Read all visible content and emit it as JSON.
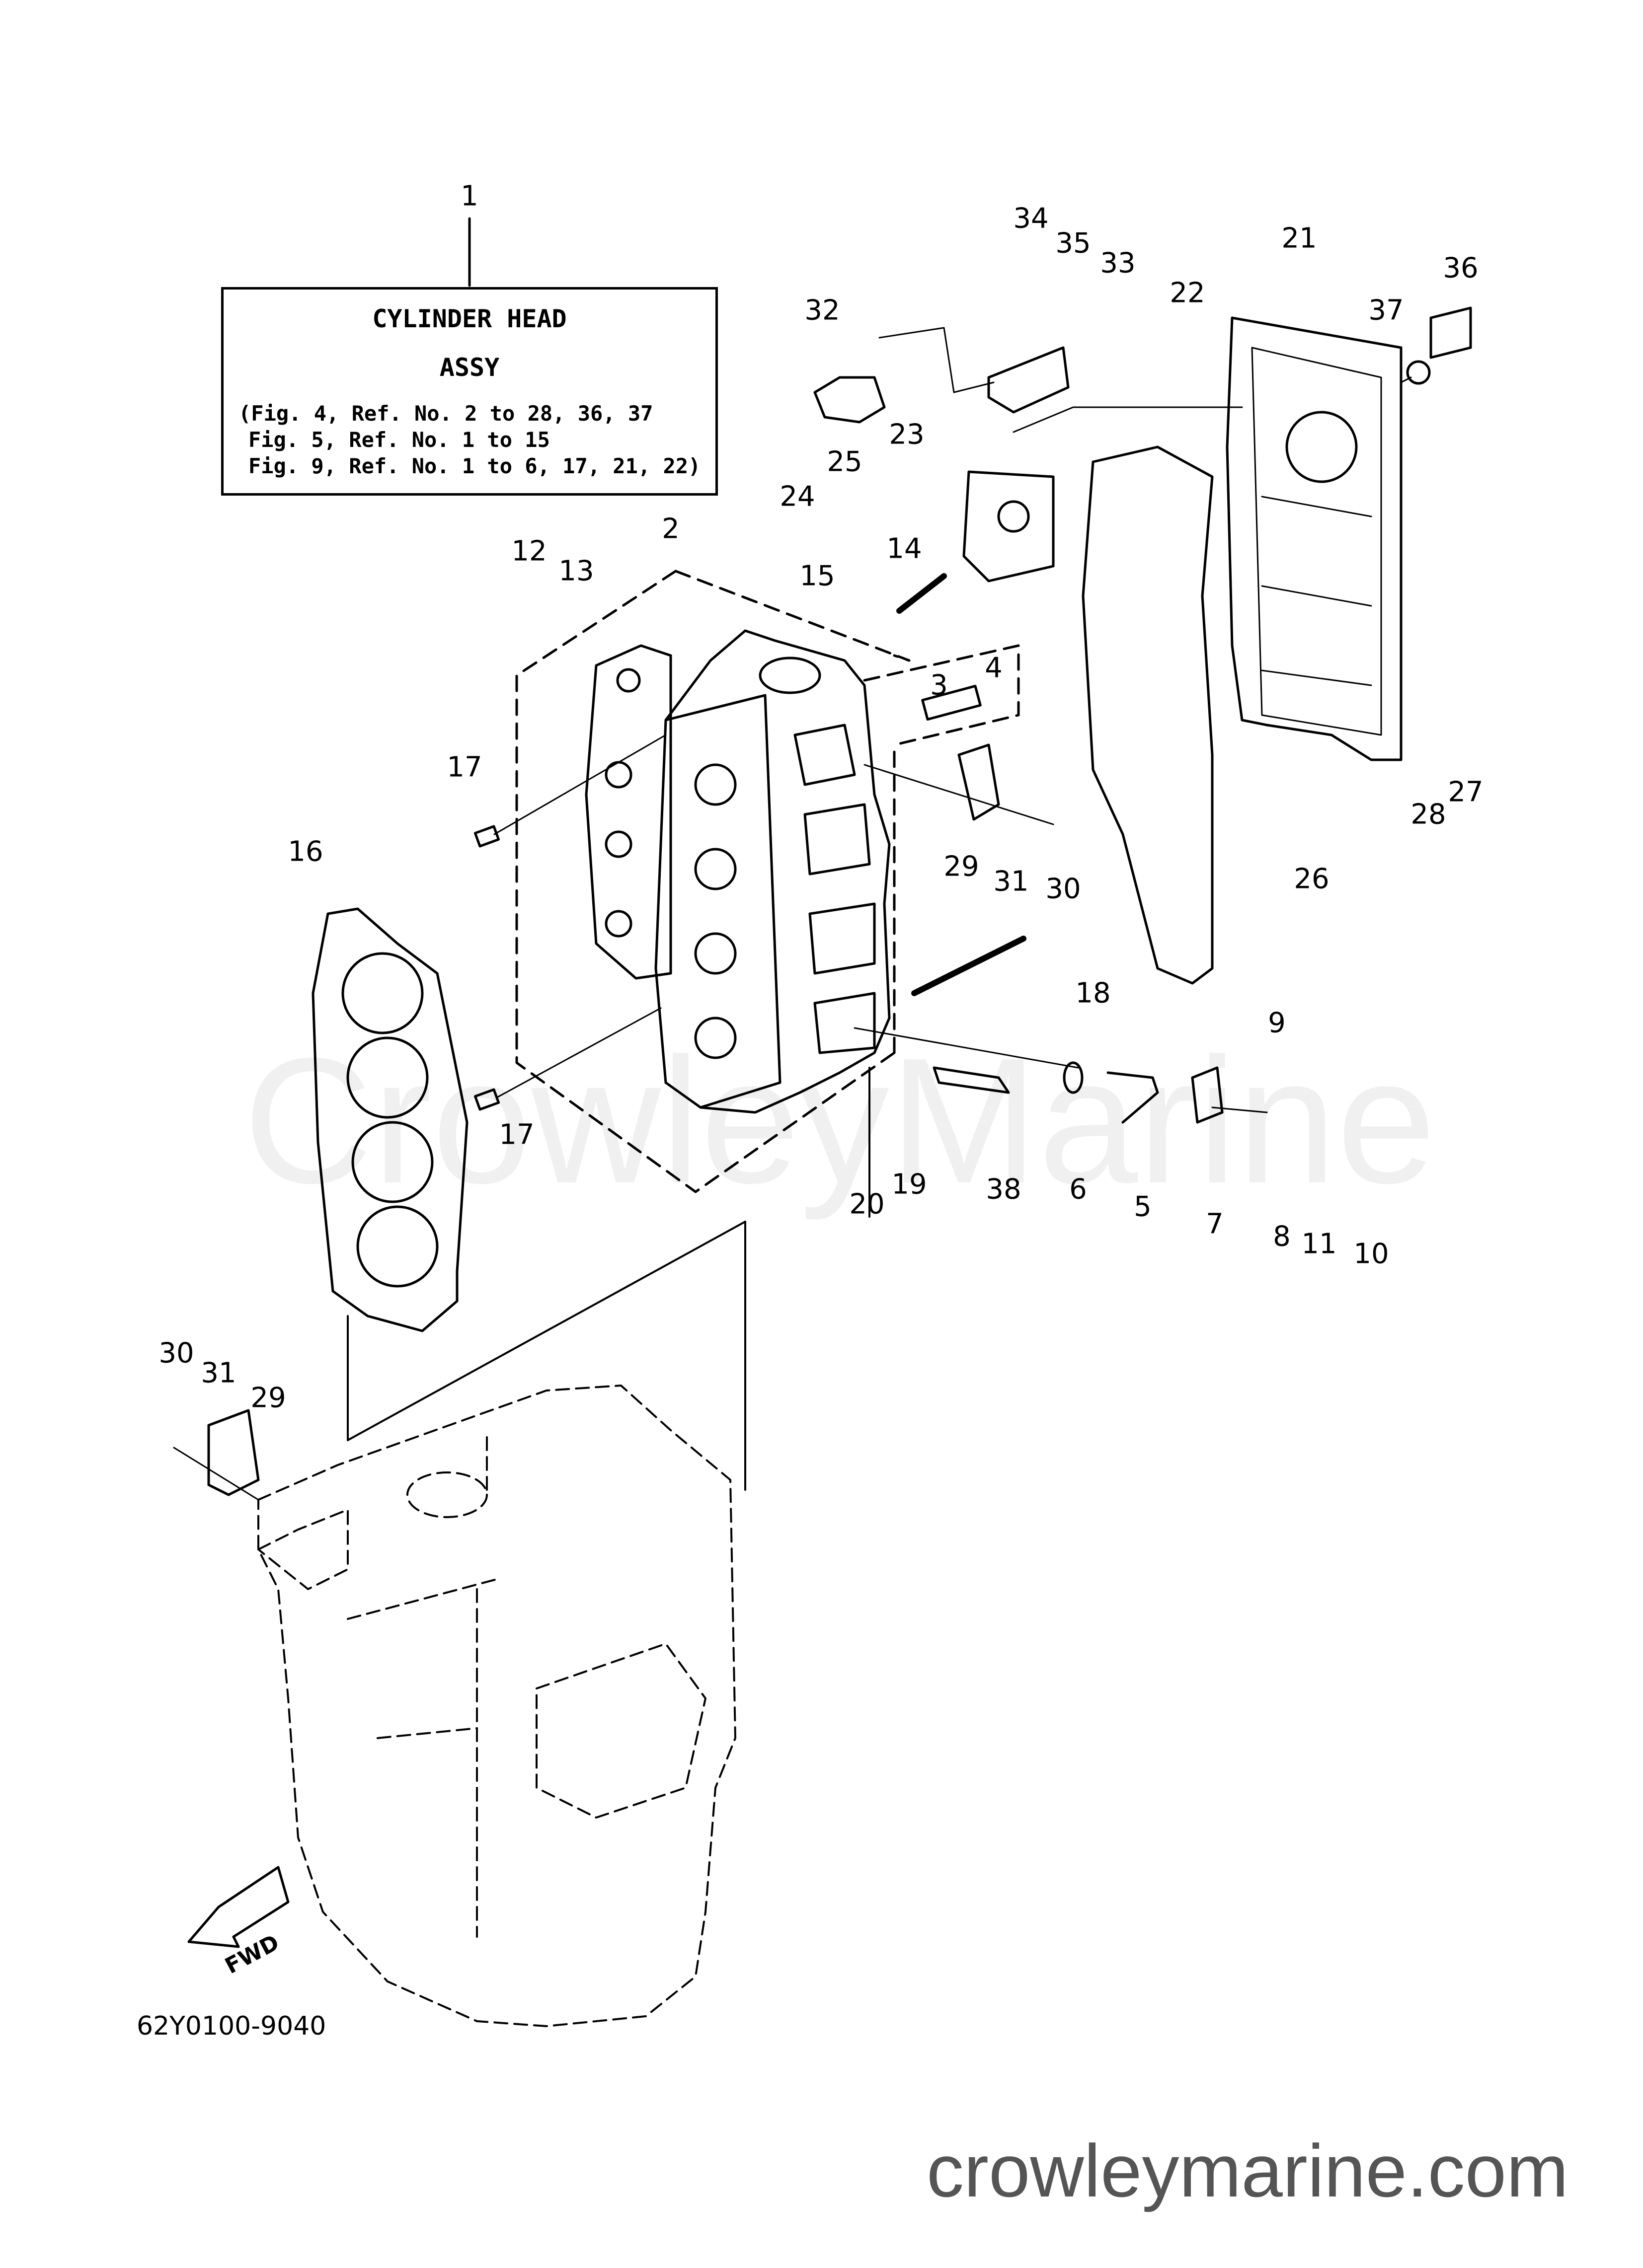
{
  "assy_box": {
    "title": "CYLINDER HEAD",
    "subtitle": "ASSY",
    "refs": [
      "(Fig. 4, Ref. No. 2 to 28, 36, 37",
      "Fig. 5, Ref. No. 1 to 15",
      "Fig. 9, Ref. No. 1 to 6, 17, 21, 22)"
    ]
  },
  "part_labels": [
    "1",
    "2",
    "3",
    "4",
    "5",
    "6",
    "7",
    "8",
    "9",
    "10",
    "11",
    "12",
    "13",
    "14",
    "15",
    "16",
    "17",
    "17",
    "18",
    "19",
    "20",
    "21",
    "22",
    "23",
    "24",
    "25",
    "26",
    "27",
    "28",
    "29",
    "30",
    "31",
    "29",
    "30",
    "31",
    "32",
    "33",
    "34",
    "35",
    "36",
    "37",
    "38"
  ],
  "fwd_label": "FWD",
  "drawing_number": "62Y0100-9040",
  "watermark": "CrowleyMarine",
  "site_url": "crowleymarine.com"
}
